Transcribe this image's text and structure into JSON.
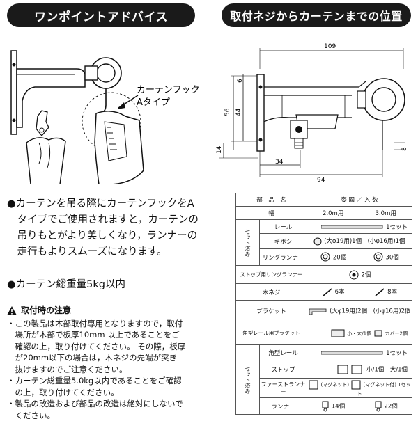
{
  "headers": {
    "left": "ワンポイントアドバイス",
    "right": "取付ネジからカーテンまでの位置"
  },
  "illustration_left": {
    "callout_line1": "カーテンフック",
    "callout_line2": "Aタイプ"
  },
  "diagram": {
    "dim_109": "109",
    "dim_6": "6",
    "dim_56": "56",
    "dim_44": "44",
    "dim_14": "14",
    "dim_8": "8",
    "dim_34": "34",
    "dim_94": "94"
  },
  "advice": {
    "bullet1_lines": [
      "●カーテンを吊る際にカーテンフックをA",
      "　タイプでご使用されますと，カーテンの",
      "　吊りもとがより美しくなり，ランナーの",
      "　走行もよりスムーズになります。"
    ],
    "bullet2": "●カーテン総重量5kg以内"
  },
  "caution": {
    "title": "取付時の注意",
    "lines": [
      "・この製品は木部取付専用となりますので，取付",
      "　場所が木部で板厚10mm 以上であることをご",
      "　確認の上，取り付けてください。 その際，板厚",
      "　が20mm以下の場合は，木ネジの先端が突き",
      "　抜けますのでご注意ください。",
      "・カーテン総重量5.0kg以内であることをご確認",
      "　の上，取り付けてください。",
      "・製品の改造および部品の改造は絶対にしないで",
      "　ください。"
    ]
  },
  "parts_table": {
    "col_name": "部　品　名",
    "col_fig": "姿 図 ／ 入 数",
    "width_label": "幅",
    "width_2m": "2.0m用",
    "width_3m": "3.0m用",
    "group1_label": "セット済み",
    "group2_label": "セット済み",
    "rows": [
      {
        "name": "レール",
        "qty": "1セット"
      },
      {
        "name": "ギボシ",
        "qty": "(大φ19用)1個　(小φ16用)1個"
      },
      {
        "name": "リングランナー",
        "qty_2m": "20個",
        "qty_3m": "30個"
      },
      {
        "name": "ストップ用リングランナー",
        "qty": "2個"
      },
      {
        "name": "木ネジ",
        "qty_2m": "6本",
        "qty_3m": "8本"
      },
      {
        "name": "ブラケット",
        "qty": "(大φ19用)2個　(小φ16用)2個"
      },
      {
        "name": "角型レール用ブラケット",
        "sub1": "小・大/1個",
        "sub2": "カバー2個"
      },
      {
        "name": "角型レール",
        "qty": "1セット"
      },
      {
        "name": "ストップ",
        "qty": "小/1個　大/1個"
      },
      {
        "name": "ファーストランナー",
        "sub1": "(マグネット)",
        "sub2": "(マグネット付)",
        "qty": "1セット"
      },
      {
        "name": "ランナー",
        "qty_2m": "14個",
        "qty_3m": "22個"
      }
    ]
  }
}
